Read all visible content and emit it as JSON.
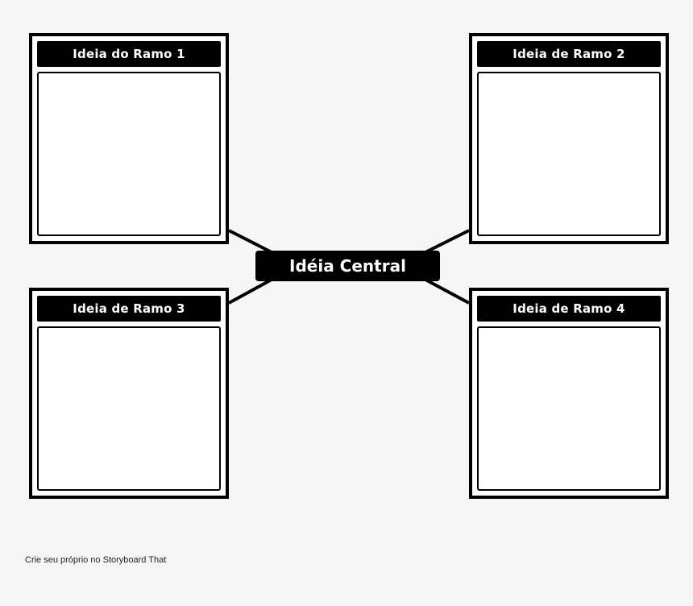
{
  "central": {
    "label": "Idéia Central"
  },
  "branches": [
    {
      "title": "Ideia do Ramo 1"
    },
    {
      "title": "Ideia de Ramo 2"
    },
    {
      "title": "Ideia de Ramo 3"
    },
    {
      "title": "Ideia de Ramo 4"
    }
  ],
  "footer": {
    "text": "Crie seu próprio no Storyboard That"
  },
  "colors": {
    "background": "#f6f6f6",
    "ink": "#000000",
    "panel": "#ffffff"
  }
}
